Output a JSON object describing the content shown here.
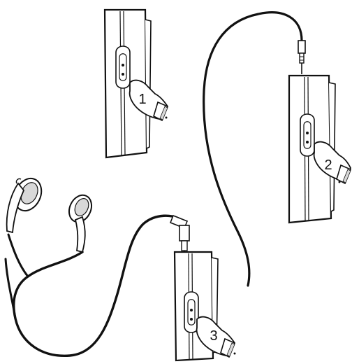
{
  "steps": [
    {
      "number": "1"
    },
    {
      "number": "2"
    },
    {
      "number": "3"
    }
  ],
  "colors": {
    "ink": "#111111",
    "fill": "#ffffff",
    "shade": "#d8d8d8"
  },
  "icons": [
    "player-device",
    "hand-press",
    "headphones",
    "audio-cable",
    "audio-jack"
  ]
}
